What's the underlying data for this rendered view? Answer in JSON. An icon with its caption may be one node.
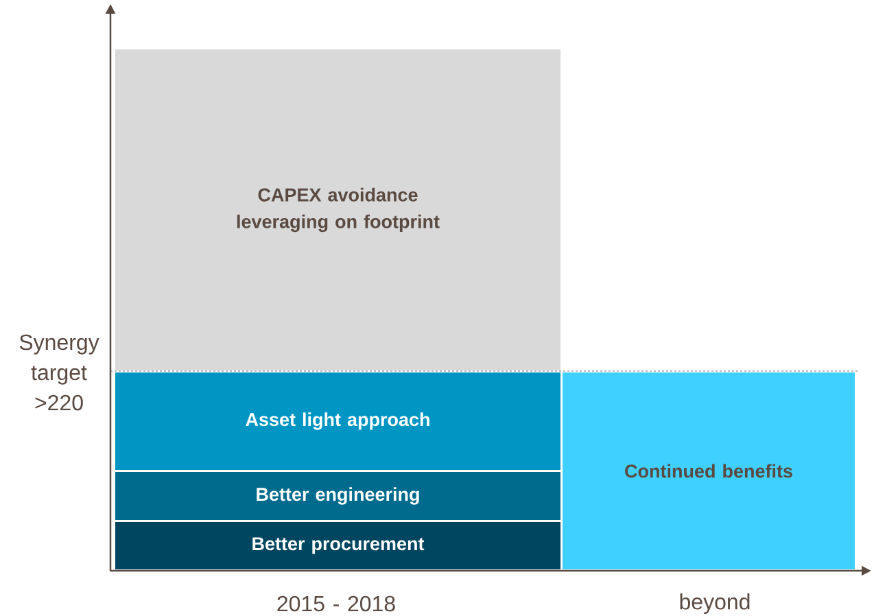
{
  "diagram": {
    "nodes": [
      {
        "text": [
          "CAPEX avoidance leveraging on footprint"
        ]
      },
      {
        "text": [
          "Asset light approach"
        ]
      },
      {
        "text": [
          "Better engineering"
        ]
      },
      {
        "text": [
          "Better procurement"
        ]
      },
      {
        "text": [
          "Continued benefits"
        ]
      }
    ],
    "labels": [
      "Synergy target >220",
      "2015 - 2018",
      "beyond"
    ]
  }
}
